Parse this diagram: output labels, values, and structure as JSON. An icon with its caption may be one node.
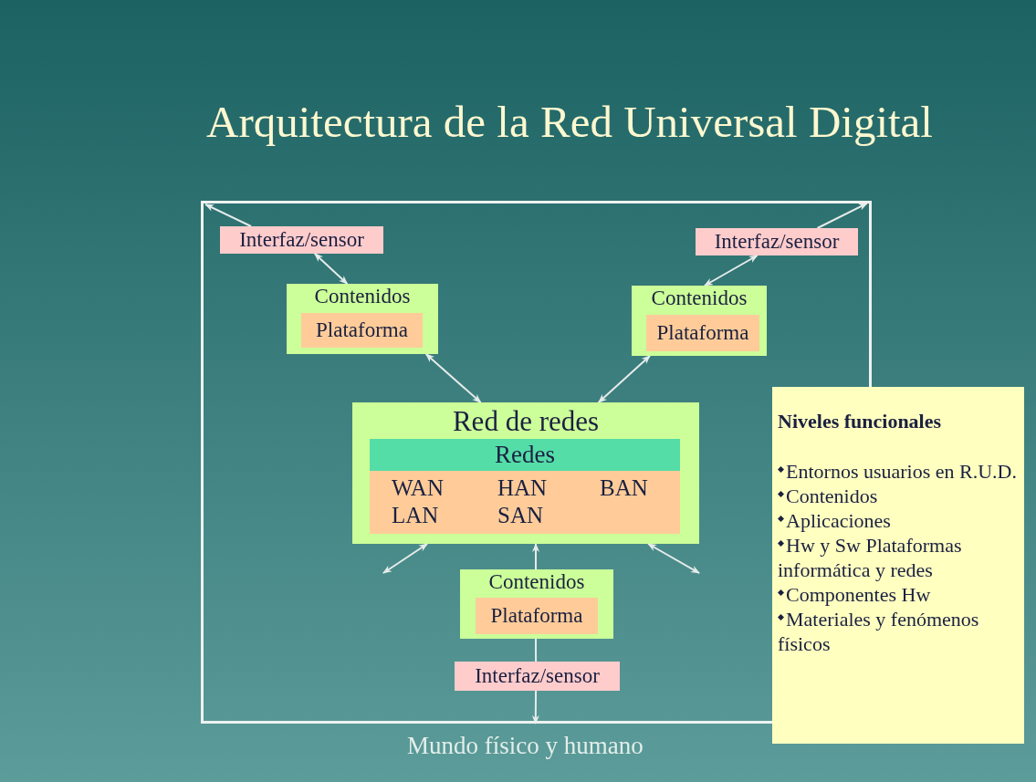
{
  "diagram": {
    "title": "Arquitectura de la Red Universal Digital",
    "nodes": [
      {
        "text": [],
        "shape": "box"
      },
      {
        "text": [
          "Interfaz/sensor"
        ],
        "in": 0
      },
      {
        "text": [
          "Interfaz/sensor"
        ],
        "in": 0
      },
      {
        "text": [
          "Contenidos"
        ],
        "in": 0
      },
      {
        "text": [
          "Plataforma"
        ],
        "in": 3
      },
      {
        "text": [
          "Contenidos"
        ],
        "in": 0
      },
      {
        "text": [
          "Plataforma"
        ],
        "in": 5
      },
      {
        "text": [
          "Red de redes"
        ],
        "in": 0
      },
      {
        "text": [
          "Redes"
        ],
        "in": 7
      },
      {
        "text": [
          "WAN",
          "HAN",
          "BAN",
          "LAN",
          "SAN"
        ],
        "in": 7
      },
      {
        "text": [
          "Contenidos"
        ],
        "in": 0
      },
      {
        "text": [
          "Plataforma"
        ],
        "in": 10
      },
      {
        "text": [
          "Interfaz/sensor"
        ],
        "in": 0
      },
      {
        "text": [
          "Niveles funcionales",
          "Entornos usuarios en R.U.D.",
          "Contenidos",
          "Aplicaciones",
          "Hw y Sw Plataformas informática y redes",
          "Componentes Hw",
          "Materiales y fenómenos físicos"
        ]
      }
    ],
    "edges": [
      {
        "from": 1,
        "to": 0,
        "arrow": "to"
      },
      {
        "from": 2,
        "to": 0,
        "arrow": "to"
      },
      {
        "from": 1,
        "to": 3,
        "arrow": "both"
      },
      {
        "from": 2,
        "to": 5,
        "arrow": "both"
      },
      {
        "from": 3,
        "to": 7,
        "arrow": "both"
      },
      {
        "from": 5,
        "to": 7,
        "arrow": "both"
      },
      {
        "from": 7,
        "to": null,
        "arrow": "both"
      },
      {
        "from": 10,
        "to": 7,
        "arrow": "to"
      },
      {
        "from": 7,
        "to": null,
        "arrow": "both"
      },
      {
        "from": 10,
        "to": 12,
        "arrow": "none"
      },
      {
        "from": 12,
        "to": 0,
        "arrow": "to"
      }
    ],
    "labels": [
      "Mundo físico y humano"
    ]
  }
}
